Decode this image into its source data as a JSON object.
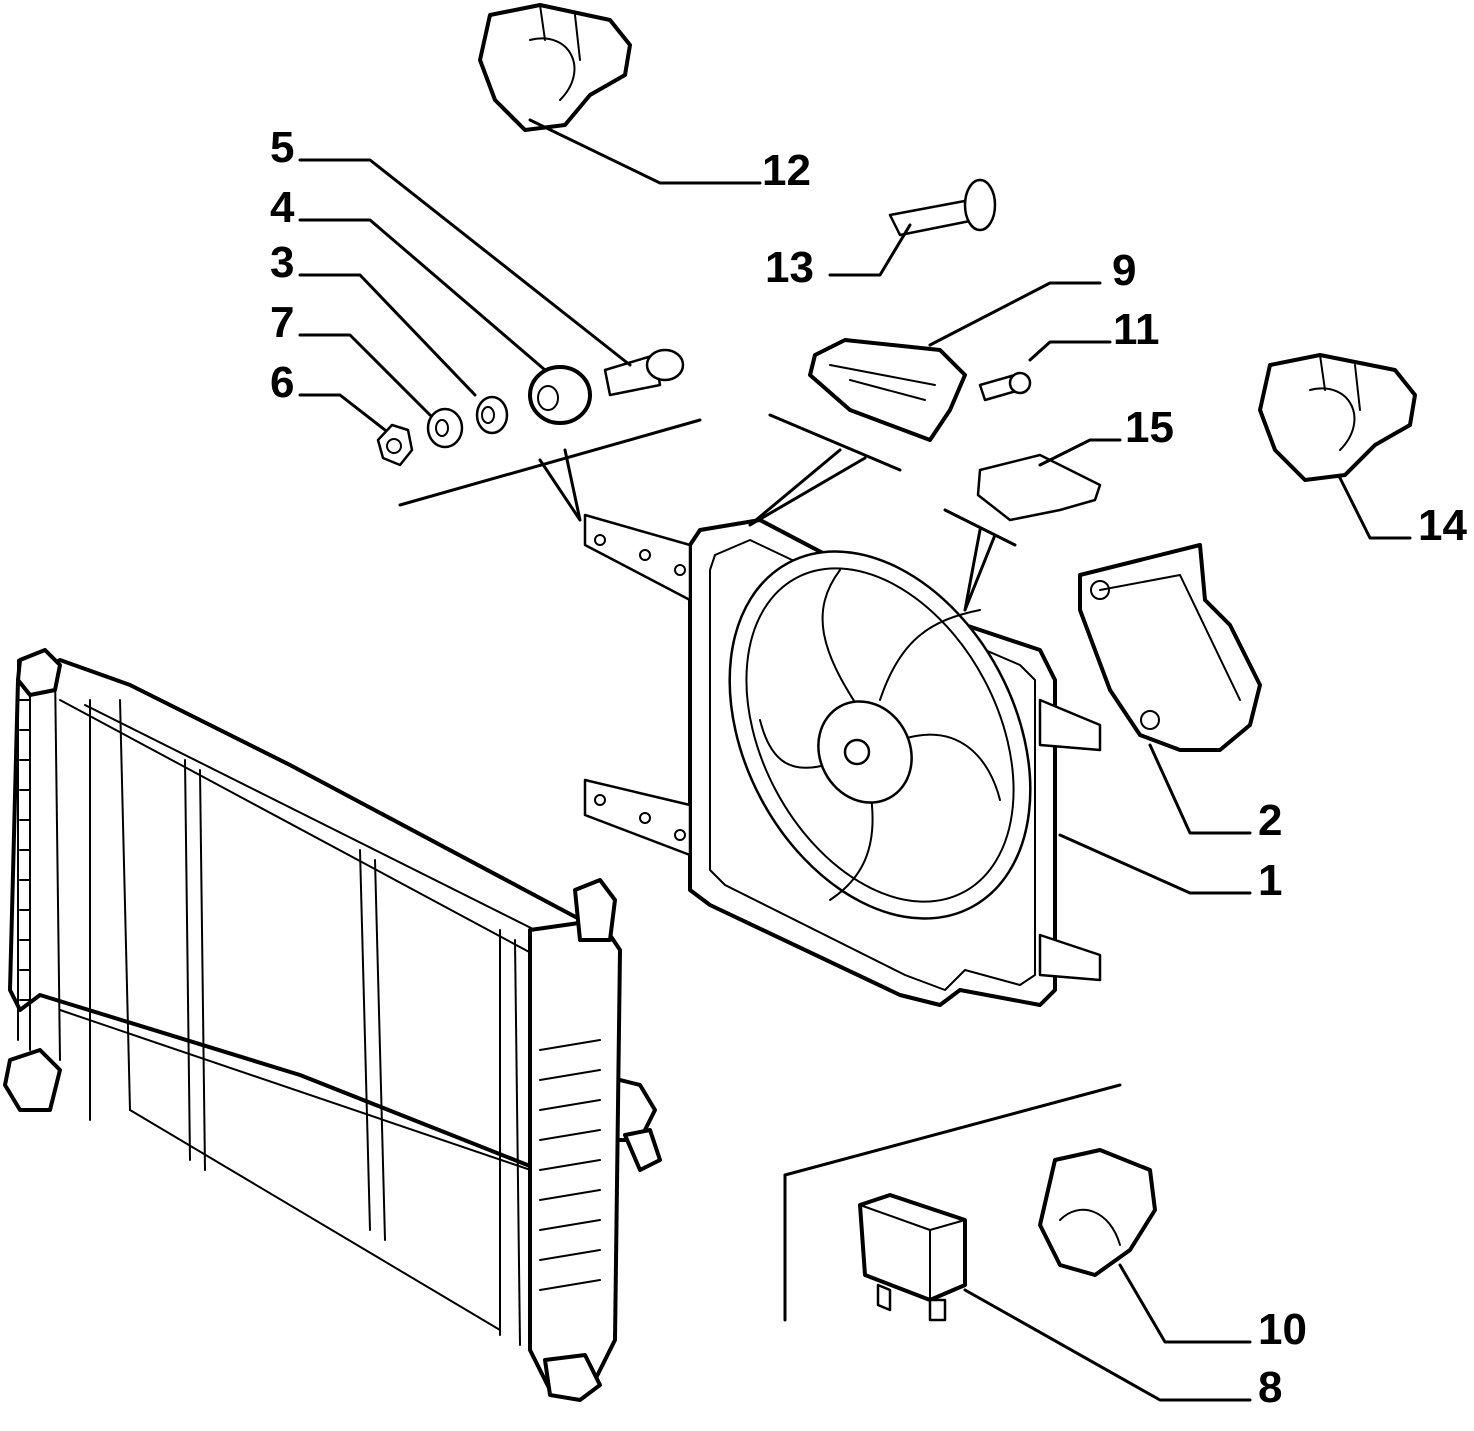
{
  "diagram": {
    "callouts": [
      {
        "id": "c12",
        "label": "12"
      },
      {
        "id": "c5",
        "label": "5"
      },
      {
        "id": "c4",
        "label": "4"
      },
      {
        "id": "c3",
        "label": "3"
      },
      {
        "id": "c7",
        "label": "7"
      },
      {
        "id": "c6",
        "label": "6"
      },
      {
        "id": "c13",
        "label": "13"
      },
      {
        "id": "c9",
        "label": "9"
      },
      {
        "id": "c11",
        "label": "11"
      },
      {
        "id": "c15",
        "label": "15"
      },
      {
        "id": "c14",
        "label": "14"
      },
      {
        "id": "c2",
        "label": "2"
      },
      {
        "id": "c1",
        "label": "1"
      },
      {
        "id": "c10",
        "label": "10"
      },
      {
        "id": "c8",
        "label": "8"
      }
    ],
    "colors": {
      "ink": "#000000",
      "paper": "#ffffff"
    }
  }
}
